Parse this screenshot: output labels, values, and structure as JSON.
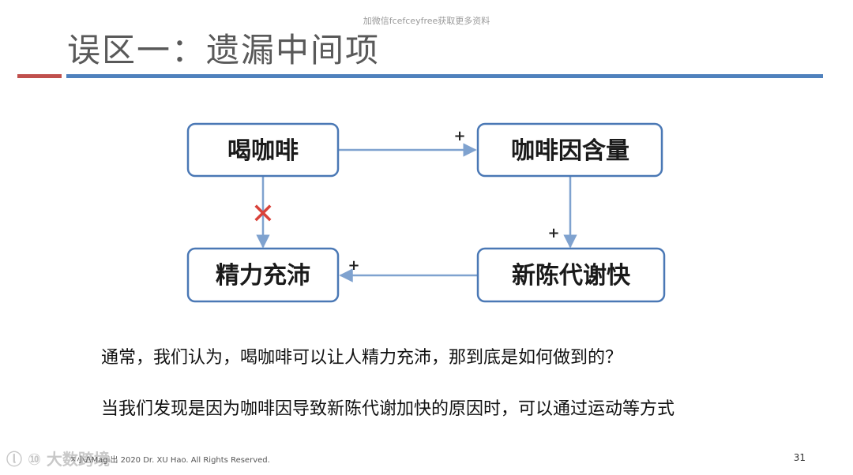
{
  "watermark": "加微信fcefceyfree获取更多资料",
  "slide": {
    "title": "误区一：遗漏中间项",
    "page_number": "31"
  },
  "diagram": {
    "nodes": {
      "drink_coffee": "喝咖啡",
      "caffeine": "咖啡因含量",
      "metabolism": "新陈代谢快",
      "energetic": "精力充沛"
    },
    "edges": {
      "drink_to_caffeine": "+",
      "caffeine_to_metabolism": "+",
      "metabolism_to_energetic": "+",
      "drink_to_energetic_rejected": "✕"
    },
    "colors": {
      "node_border": "#4a78b5",
      "edge": "#7fa2cf",
      "reject_mark": "#d9423a"
    }
  },
  "body": {
    "paragraph_1": "通常，我们认为，喝咖啡可以让人精力充沛，那到底是如何做到的？",
    "paragraph_2": "当我们发现是因为咖啡因导致新陈代谢加快的原因时，可以通过运动等方式"
  },
  "footer": {
    "logo": "ⓛ ⑩ 大数跨境",
    "copyright": "ㅈ小ᏁMagi出 2020 Dr. XU Hao. All Rights Reserved."
  }
}
